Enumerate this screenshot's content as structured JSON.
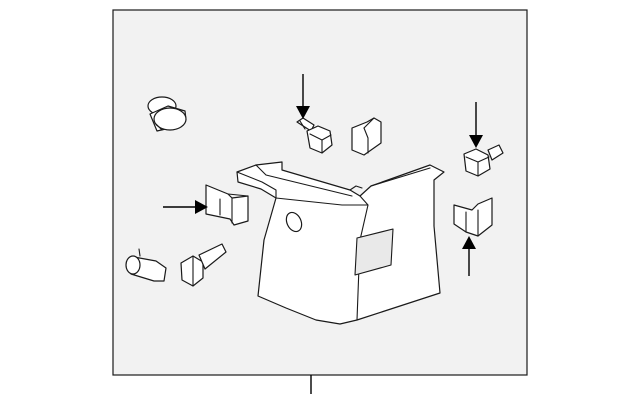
{
  "diagram": {
    "type": "exploded-parts-view",
    "colors": {
      "background": "#ffffff",
      "frame_fill": "#f2f2f2",
      "ink": "#1a1a1a",
      "arrow": "#000000"
    },
    "parts": [
      "push-pin-clip",
      "screw",
      "bolt",
      "clip-top",
      "clip-left",
      "clip-right",
      "plug",
      "retainer",
      "trim-panel"
    ],
    "callout_arrows": 4
  }
}
